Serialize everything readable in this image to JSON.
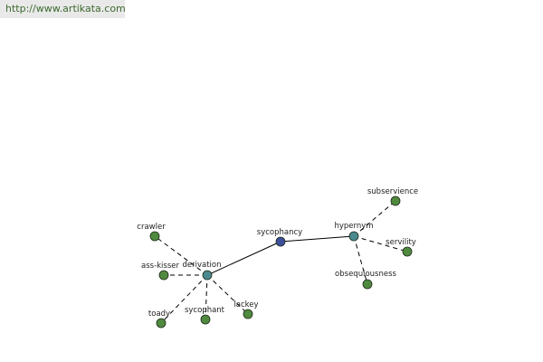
{
  "header": {
    "source_url": "http://www.artikata.com"
  },
  "colors": {
    "center_node": "#3b4f9a",
    "hub_node": "#4a8a8f",
    "leaf_node": "#4f8a3f",
    "edge": "#000000",
    "url_text": "#3c6b2f"
  },
  "graph": {
    "nodes": [
      {
        "id": "sycophancy",
        "label": "sycophancy",
        "kind": "center"
      },
      {
        "id": "hypernym",
        "label": "hypernym",
        "kind": "hub"
      },
      {
        "id": "derivation",
        "label": "derivation",
        "kind": "hub"
      },
      {
        "id": "subservience",
        "label": "subservience",
        "kind": "leaf"
      },
      {
        "id": "servility",
        "label": "servility",
        "kind": "leaf"
      },
      {
        "id": "obsequiousness",
        "label": "obsequiousness",
        "kind": "leaf"
      },
      {
        "id": "crawler",
        "label": "crawler",
        "kind": "leaf"
      },
      {
        "id": "ass-kisser",
        "label": "ass-kisser",
        "kind": "leaf"
      },
      {
        "id": "toady",
        "label": "toady",
        "kind": "leaf"
      },
      {
        "id": "sycophant",
        "label": "sycophant",
        "kind": "leaf"
      },
      {
        "id": "lackey",
        "label": "lackey",
        "kind": "leaf"
      }
    ],
    "edges": [
      {
        "from": "sycophancy",
        "to": "hypernym",
        "style": "solid"
      },
      {
        "from": "sycophancy",
        "to": "derivation",
        "style": "solid"
      },
      {
        "from": "hypernym",
        "to": "subservience",
        "style": "dashed"
      },
      {
        "from": "hypernym",
        "to": "servility",
        "style": "dashed"
      },
      {
        "from": "hypernym",
        "to": "obsequiousness",
        "style": "dashed"
      },
      {
        "from": "derivation",
        "to": "crawler",
        "style": "dashed"
      },
      {
        "from": "derivation",
        "to": "ass-kisser",
        "style": "dashed"
      },
      {
        "from": "derivation",
        "to": "toady",
        "style": "dashed"
      },
      {
        "from": "derivation",
        "to": "sycophant",
        "style": "dashed"
      },
      {
        "from": "derivation",
        "to": "lackey",
        "style": "dashed"
      }
    ]
  }
}
